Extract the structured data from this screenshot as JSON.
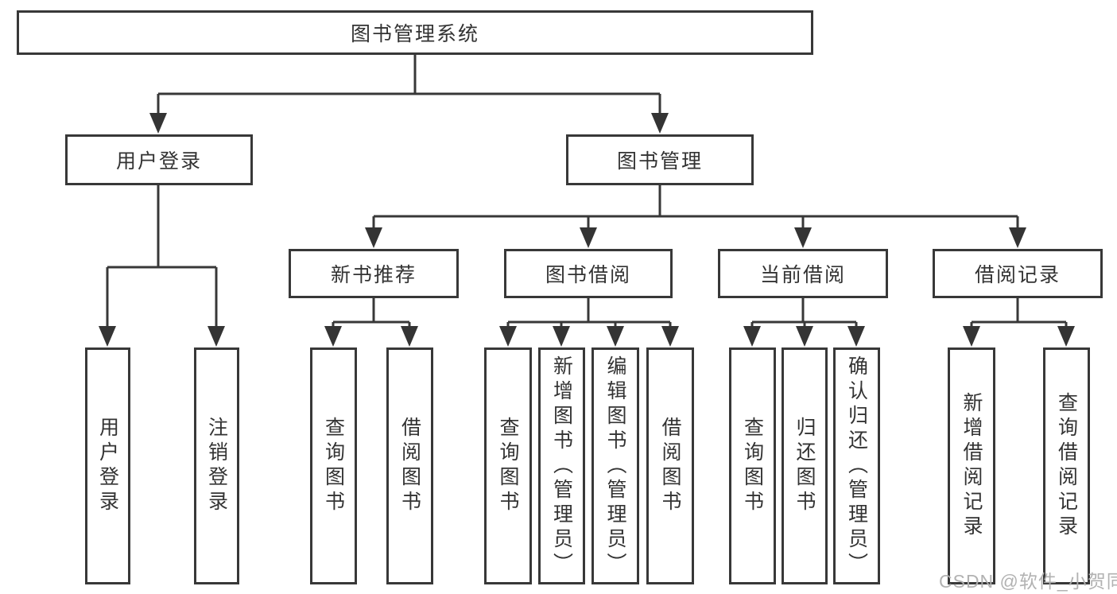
{
  "diagram": {
    "type": "hierarchy-tree",
    "orientation": "top-down"
  },
  "tree": {
    "root": {
      "label": "图书管理系统",
      "children": [
        {
          "label": "用户登录",
          "children": [
            {
              "label": "用户登录"
            },
            {
              "label": "注销登录"
            }
          ]
        },
        {
          "label": "图书管理",
          "children": [
            {
              "label": "新书推荐",
              "children": [
                {
                  "label": "查询图书"
                },
                {
                  "label": "借阅图书"
                }
              ]
            },
            {
              "label": "图书借阅",
              "children": [
                {
                  "label": "查询图书"
                },
                {
                  "label": "新增图书（管理员）"
                },
                {
                  "label": "编辑图书（管理员）"
                },
                {
                  "label": "借阅图书"
                }
              ]
            },
            {
              "label": "当前借阅",
              "children": [
                {
                  "label": "查询图书"
                },
                {
                  "label": "归还图书"
                },
                {
                  "label": "确认归还（管理员）"
                }
              ]
            },
            {
              "label": "借阅记录",
              "children": [
                {
                  "label": "新增借阅记录"
                },
                {
                  "label": "查询借阅记录"
                }
              ]
            }
          ]
        }
      ]
    }
  },
  "watermark": {
    "text": "CSDN @软件_小贺同学",
    "color": "#aeaeae"
  },
  "colors": {
    "line": "#383838",
    "text": "#333333",
    "box_background": "#ffffff"
  }
}
